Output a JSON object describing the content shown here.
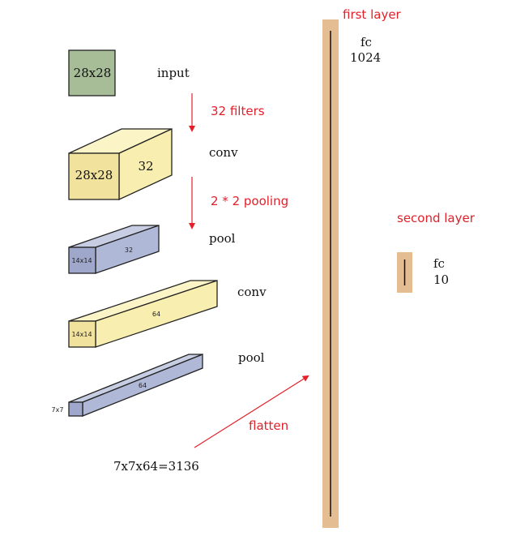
{
  "colors": {
    "input": "#a7bd98",
    "conv_front": "#f1e39e",
    "conv_side": "#f7eeaf",
    "conv_top": "#fbf4c6",
    "pool_front": "#9fa8cb",
    "pool_side": "#b0b8d7",
    "pool_top": "#c7cde3",
    "fc_bar": "#e5bd92",
    "annotation": "#e2202a"
  },
  "input": {
    "size_label": "28x28",
    "name": "input"
  },
  "conv1": {
    "front_label": "28x28",
    "depth_label": "32",
    "name": "conv"
  },
  "pool1": {
    "front_label": "14x14",
    "depth_label": "32",
    "name": "pool"
  },
  "conv2": {
    "front_label": "14x14",
    "depth_label": "64",
    "name": "conv"
  },
  "pool2": {
    "front_label": "7x7",
    "depth_label": "64",
    "name": "pool"
  },
  "annotations": {
    "filters": "32 filters",
    "pooling": "2 * 2 pooling",
    "flatten": "flatten"
  },
  "flatten_result": "7x7x64=3136",
  "fc1": {
    "layer_label": "first layer",
    "type": "fc",
    "units": "1024"
  },
  "fc2": {
    "layer_label": "second layer",
    "type": "fc",
    "units": "10"
  }
}
